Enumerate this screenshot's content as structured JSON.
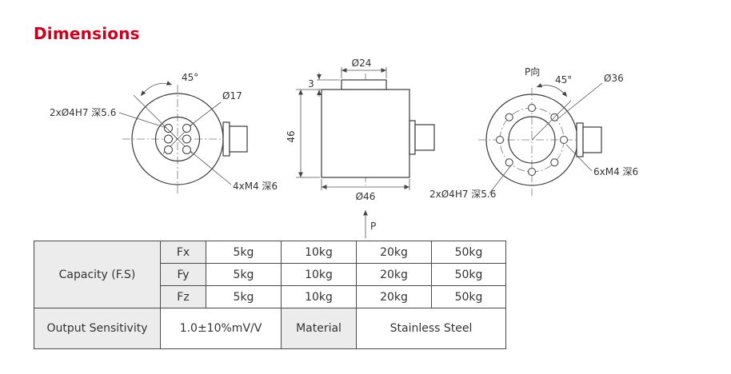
{
  "page": {
    "title": "Dimensions",
    "title_color": "#c8001e"
  },
  "drawings": {
    "front": {
      "angle": "45°",
      "bore": "Ø17",
      "dowel": "2xØ4H7 深5.6",
      "tap": "4xM4 深6"
    },
    "side": {
      "top_dia": "Ø24",
      "step": "3",
      "height": "46",
      "dia": "Ø46",
      "view_arrow": "P"
    },
    "rear": {
      "view_name": "P向",
      "angle": "45°",
      "bolt_dia": "Ø36",
      "tap": "6xM4 深6",
      "dowel": "2xØ4H7 深5.6"
    }
  },
  "table": {
    "capacity_label": "Capacity (F.S)",
    "rows": [
      {
        "axis": "Fx",
        "values": [
          "5kg",
          "10kg",
          "20kg",
          "50kg"
        ]
      },
      {
        "axis": "Fy",
        "values": [
          "5kg",
          "10kg",
          "20kg",
          "50kg"
        ]
      },
      {
        "axis": "Fz",
        "values": [
          "5kg",
          "10kg",
          "20kg",
          "50kg"
        ]
      }
    ],
    "output_sensitivity_label": "Output Sensitivity",
    "output_sensitivity_value": "1.0±10%mV/V",
    "material_label": "Material",
    "material_value": "Stainless Steel"
  }
}
